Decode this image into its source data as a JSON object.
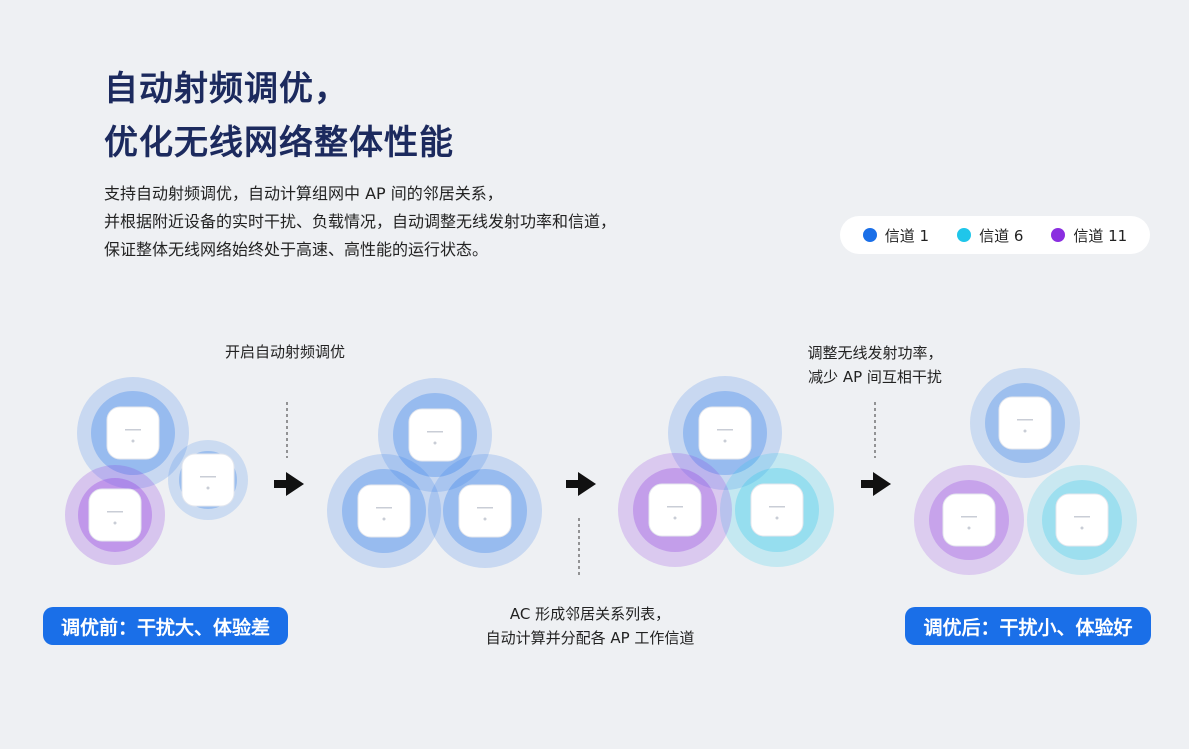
{
  "title": {
    "line1": "自动射频调优，",
    "line2": "优化无线网络整体性能"
  },
  "description": {
    "line1": "支持自动射频调优，自动计算组网中 AP 间的邻居关系，",
    "line2": "并根据附近设备的实时干扰、负载情况，自动调整无线发射功率和信道，",
    "line3": "保证整体无线网络始终处于高速、高性能的运行状态。"
  },
  "legend": [
    {
      "label": "信道 1",
      "color": "#1a6fe8"
    },
    {
      "label": "信道 6",
      "color": "#1fc6ea"
    },
    {
      "label": "信道 11",
      "color": "#8a2ee0"
    }
  ],
  "steps": {
    "step1": "开启自动射频调优",
    "step2_line1": "AC 形成邻居关系列表，",
    "step2_line2": "自动计算并分配各 AP 工作信道",
    "step3_line1": "调整无线发射功率，",
    "step3_line2": "减少 AP 间互相干扰"
  },
  "badges": {
    "before": "调优前：干扰大、体验差",
    "after": "调优后：干扰小、体验好"
  },
  "colors": {
    "channel1": "#1a6fe8",
    "channel6": "#1fc6ea",
    "channel11": "#8a2ee0",
    "badge": "#1a6fe8"
  }
}
